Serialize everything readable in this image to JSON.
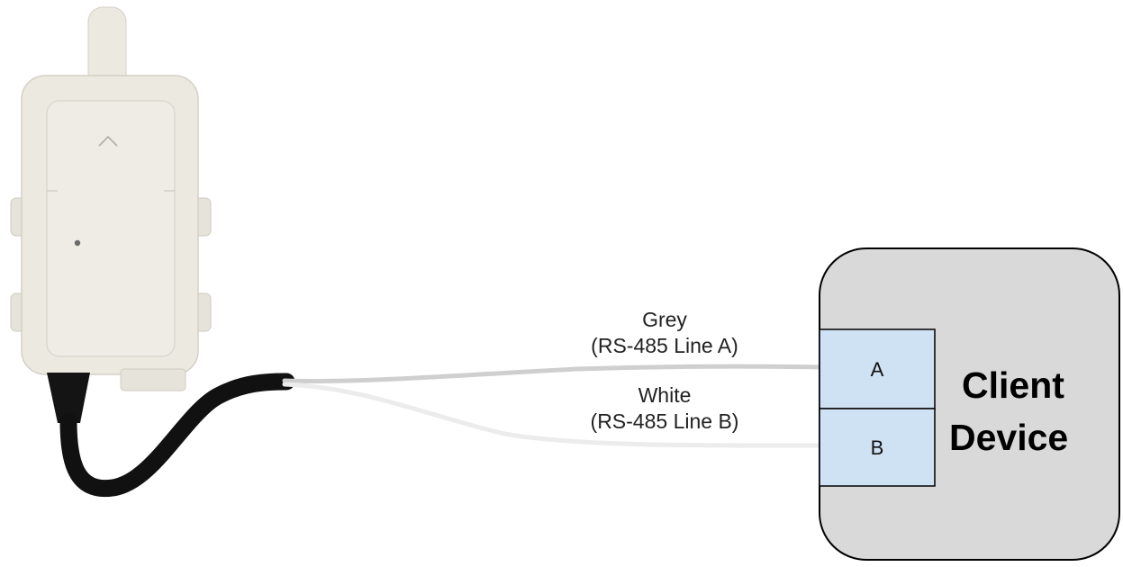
{
  "wires": {
    "grey": {
      "name": "Grey",
      "signal": "(RS-485 Line A)"
    },
    "white": {
      "name": "White",
      "signal": "(RS-485 Line B)"
    }
  },
  "client_device": {
    "title_line1": "Client",
    "title_line2": "Device",
    "ports": {
      "a": "A",
      "b": "B"
    }
  },
  "colors": {
    "sensor_body": "#ece9e1",
    "sensor_shadow": "#d9d5cb",
    "cable": "#111111",
    "grey_wire": "#cfcfcf",
    "white_wire": "#eeeeee",
    "device_fill": "#d9d9d9",
    "port_fill": "#cfe2f3"
  }
}
